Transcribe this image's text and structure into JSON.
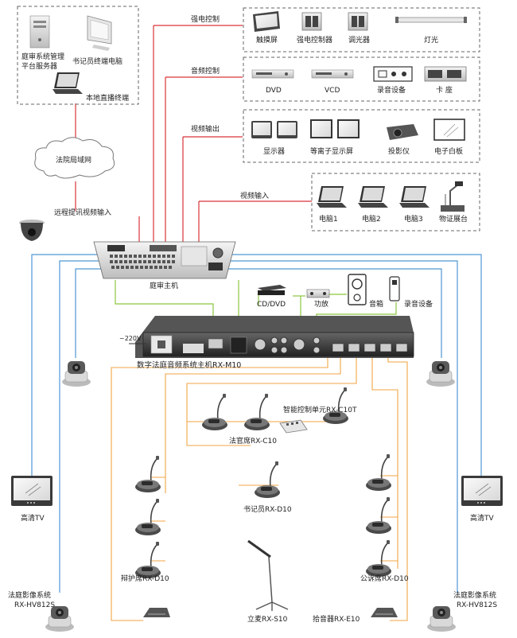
{
  "servers_box": {
    "server_label_1": "庭审系统管理",
    "server_label_2": "平台服务器",
    "clerk_pc": "书记员终端电脑",
    "live_terminal": "本地直播终端"
  },
  "network": "法院局域网",
  "remote_video": "远程提讯视频输入",
  "strong_control": {
    "line_label": "强电控制",
    "items": [
      "触摸屏",
      "强电控制器",
      "调光器",
      "灯光"
    ]
  },
  "audio_control": {
    "line_label": "音频控制",
    "items": [
      "DVD",
      "VCD",
      "录音设备",
      "卡 座"
    ]
  },
  "video_output": {
    "line_label": "视频输出",
    "items": [
      "显示器",
      "等离子显示屏",
      "投影仪",
      "电子白板"
    ]
  },
  "video_input": {
    "line_label": "视频输入",
    "items": [
      "电脑1",
      "电脑2",
      "电脑3",
      "物证展台"
    ]
  },
  "host": "庭审主机",
  "peripherals": {
    "cd": "CD/DVD",
    "amp": "功放",
    "speaker": "音箱",
    "recorder": "录音设备"
  },
  "main_unit": {
    "title": "数字法庭音频系统主机RX-M10",
    "voltage": "~220V"
  },
  "control_unit": "智能控制单元RX-C10T",
  "judge": "法官席RX-C10",
  "clerk": "书记员RX-D10",
  "defense": "辩护席RX-D10",
  "prosecution": "公诉席RX-D10",
  "stand_mic": "立麦RX-S10",
  "pickup": "拾音器RX-E10",
  "tv_left": "高清TV",
  "tv_right": "高清TV",
  "camera_left": [
    "法庭影像系统",
    "RX-HV812S"
  ],
  "camera_right": [
    "法庭影像系统",
    "RX-HV812S"
  ],
  "colors": {
    "red_line": "#d9343a",
    "blue_line": "#4f97d4",
    "green_line": "#8cc63f",
    "orange_line": "#f0a544",
    "dashed_border": "#666666"
  }
}
